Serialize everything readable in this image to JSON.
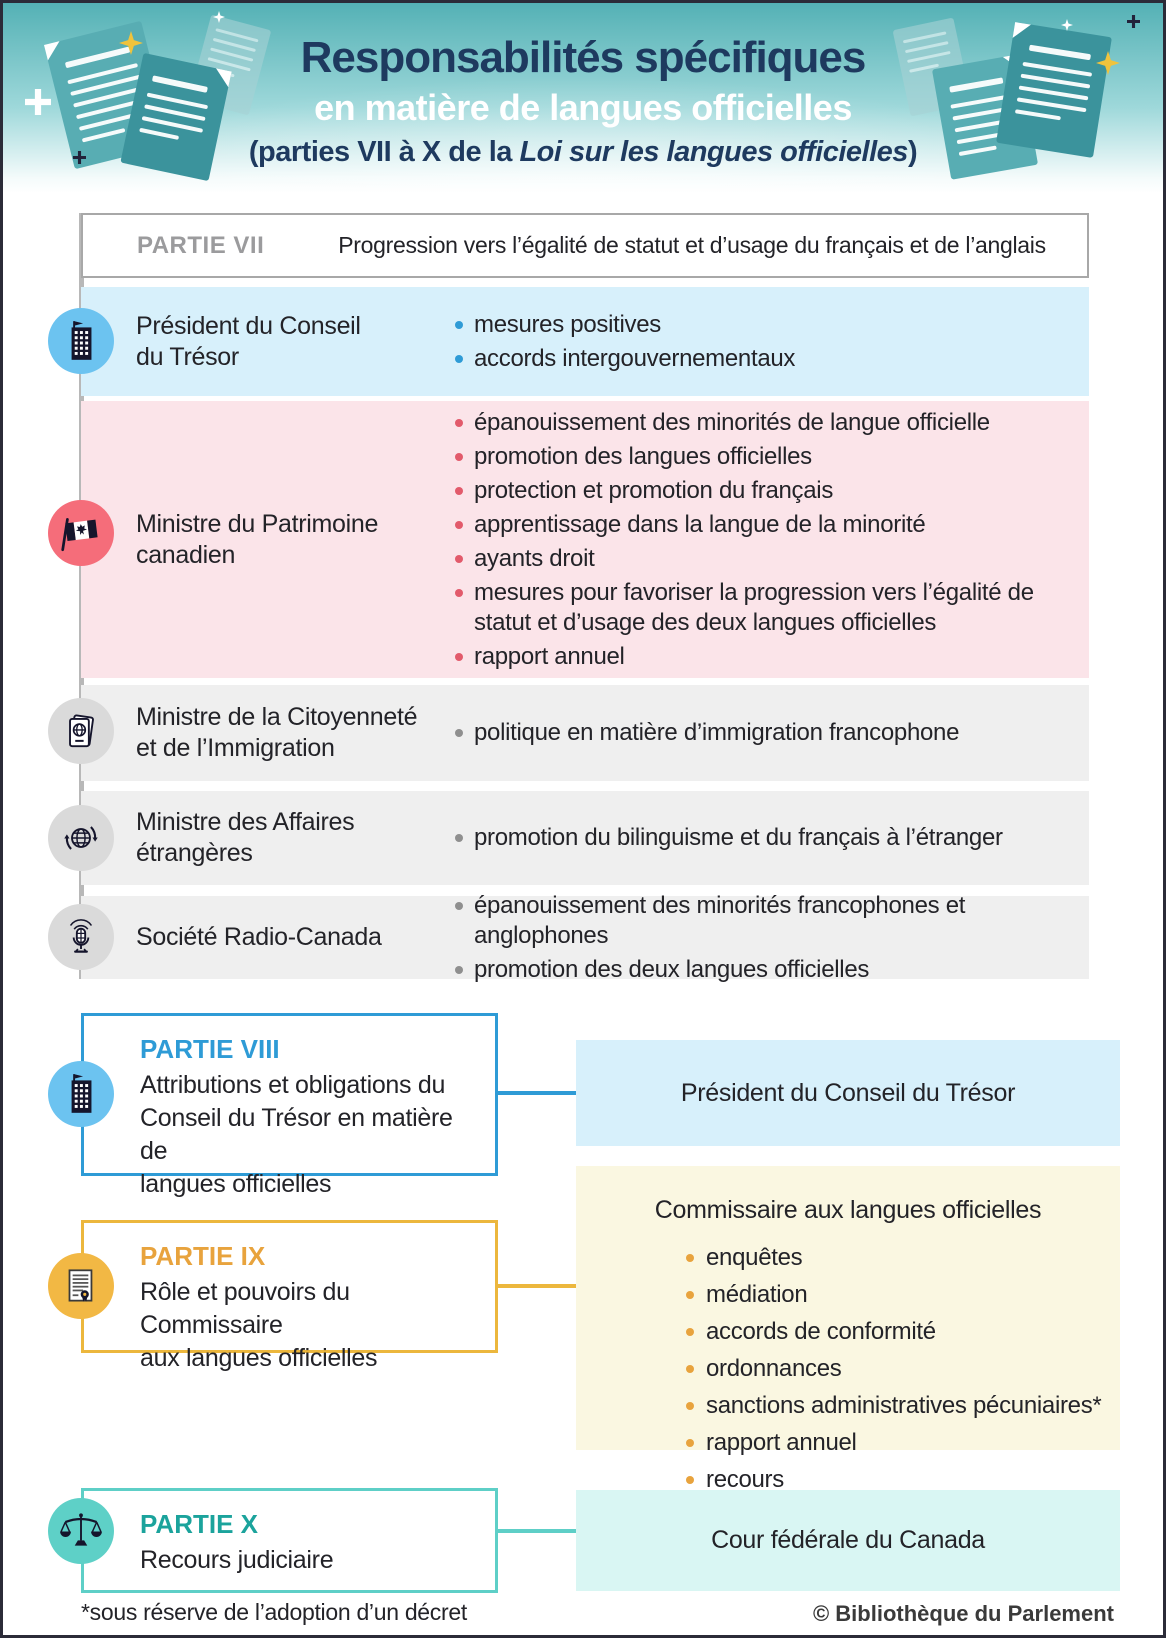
{
  "banner": {
    "title_line1": "Responsabilités spécifiques",
    "title_line2": "en matière de langues officielles",
    "subtitle_prefix": "(parties VII à X de la ",
    "subtitle_italic": "Loi sur les langues officielles",
    "subtitle_suffix": ")"
  },
  "part_vii": {
    "label": "PARTIE VII",
    "heading": "Progression vers l’égalité de statut et d’usage du français et de l’anglais",
    "rows": [
      {
        "actor": "Président du Conseil\ndu Trésor",
        "icon": "building-icon",
        "items": [
          "mesures positives",
          "accords intergouvernementaux"
        ]
      },
      {
        "actor": "Ministre du Patrimoine\ncanadien",
        "icon": "canada-flag-icon",
        "items": [
          "épanouissement des minorités de langue officielle",
          "promotion des langues officielles",
          "protection et promotion du français",
          "apprentissage dans la langue de la minorité",
          "ayants droit",
          "mesures pour favoriser la progression vers l’égalité de statut et d’usage des deux langues officielles",
          "rapport annuel"
        ]
      },
      {
        "actor": "Ministre de la Citoyenneté\net de l’Immigration",
        "icon": "passport-icon",
        "items": [
          "politique en matière d’immigration francophone"
        ]
      },
      {
        "actor": "Ministre des Affaires\nétrangères",
        "icon": "globe-icon",
        "items": [
          "promotion du bilinguisme et du français à l’étranger"
        ]
      },
      {
        "actor": "Société Radio-Canada",
        "icon": "microphone-icon",
        "items": [
          "épanouissement des minorités francophones et anglophones",
          "promotion des deux langues officielles"
        ]
      }
    ]
  },
  "part_viii": {
    "label": "PARTIE VIII",
    "description": "Attributions et obligations du\nConseil du Trésor en matière de\nlangues officielles",
    "target": "Président du Conseil du Trésor"
  },
  "part_ix": {
    "label": "PARTIE IX",
    "description": "Rôle et pouvoirs du Commissaire\naux langues officielles",
    "target_title": "Commissaire aux langues officielles",
    "target_items": [
      "enquêtes",
      "médiation",
      "accords de conformité",
      "ordonnances",
      "sanctions administratives pécuniaires*",
      "rapport annuel",
      "recours"
    ]
  },
  "part_x": {
    "label": "PARTIE X",
    "description": "Recours judiciaire",
    "target": "Cour fédérale du Canada"
  },
  "footer": {
    "note": "*sous réserve de l’adoption d’un décret",
    "credit": "© Bibliothèque du Parlement"
  },
  "colors": {
    "navy": "#1e3a5f",
    "ink": "#232328",
    "blue": "#2e9bd6",
    "blue_light": "#d7f0fb",
    "blue_circle": "#6cc3f0",
    "pink": "#fbe4e9",
    "red": "#e25a6b",
    "red_circle": "#f56d7a",
    "gray_row": "#efefef",
    "gray_circle": "#dadada",
    "gray_text": "#9b9b9d",
    "gold": "#ecb73d",
    "gold_text": "#e8a33d",
    "gold_circle": "#f2b844",
    "yellow_light": "#faf7e1",
    "teal": "#5ecfc7",
    "teal_text": "#1ba39c",
    "teal_circle": "#5ed0c7",
    "teal_light": "#d9f6f3",
    "bar_gray": "#b8b8b8",
    "banner_top": "#54b1b5",
    "banner_mid": "#9ed8da",
    "banner_bottom": "#f4fbfb",
    "doc_teal": "#58adb3",
    "doc_teal_dark": "#3b939c",
    "doc_teal_faded": "#a7d2d5"
  }
}
